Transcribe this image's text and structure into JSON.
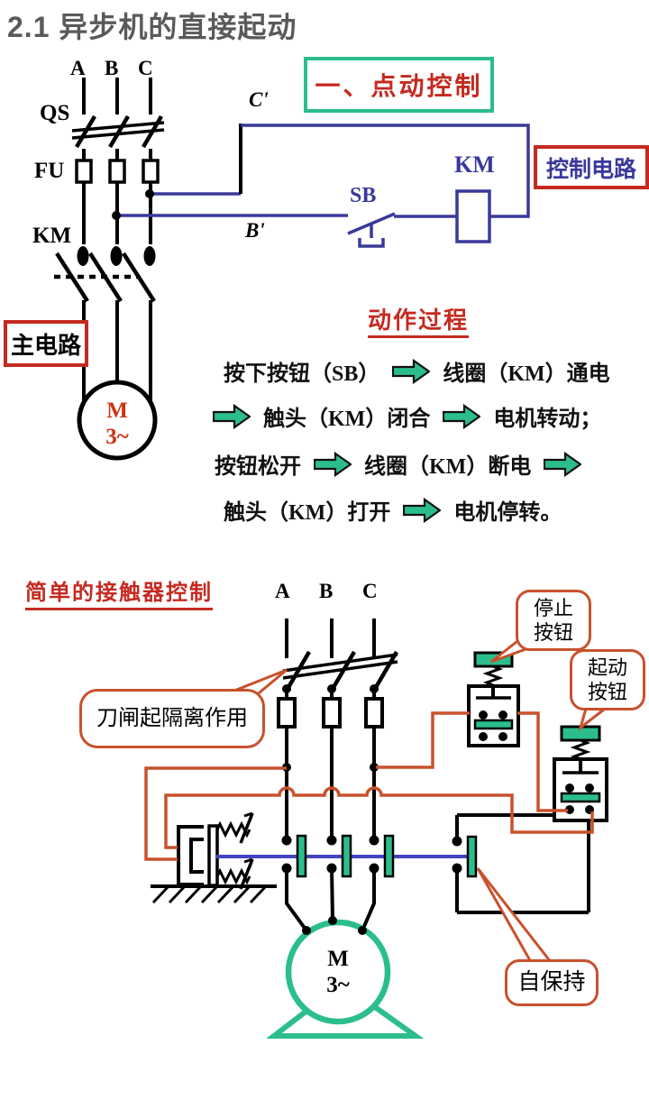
{
  "colors": {
    "title_gray": "#5A5A5A",
    "accent_red": "#C42A20",
    "accent_green": "#2BBE8C",
    "wire_orange": "#C8512C",
    "circuit_blue": "#39399B",
    "armature_blue": "#4444C0"
  },
  "header": {
    "title": "2.1 异步机的直接起动"
  },
  "jog_section": {
    "heading": "一、点动控制",
    "control_box_label": "控制电路",
    "main_box_label": "主电路",
    "phases": [
      "A",
      "B",
      "C"
    ],
    "switch_label": "QS",
    "fuse_label": "FU",
    "contactor_label": "KM",
    "node_c": "C'",
    "node_b": "B'",
    "button_label": "SB",
    "coil_label": "KM",
    "motor_m": "M",
    "motor_phase": "3~"
  },
  "process": {
    "title": "动作过程",
    "lines": [
      {
        "t1": "按下按钮（SB）",
        "t2": "线圈（KM）通电"
      },
      {
        "t1": "触头（KM）闭合",
        "t2": "电机转动；"
      },
      {
        "t1": "按钮松开",
        "t2": "线圈（KM）断电"
      },
      {
        "t1": "触头（KM）打开",
        "t2": "电机停转。"
      }
    ]
  },
  "contactor_section": {
    "heading": "简单的接触器控制",
    "phases": [
      "A",
      "B",
      "C"
    ],
    "motor_m": "M",
    "motor_phase": "3~",
    "callouts": {
      "knife": "刀闸起隔离作用",
      "stop_line1": "停止",
      "stop_line2": "按钮",
      "start_line1": "起动",
      "start_line2": "按钮",
      "selfhold": "自保持"
    }
  }
}
